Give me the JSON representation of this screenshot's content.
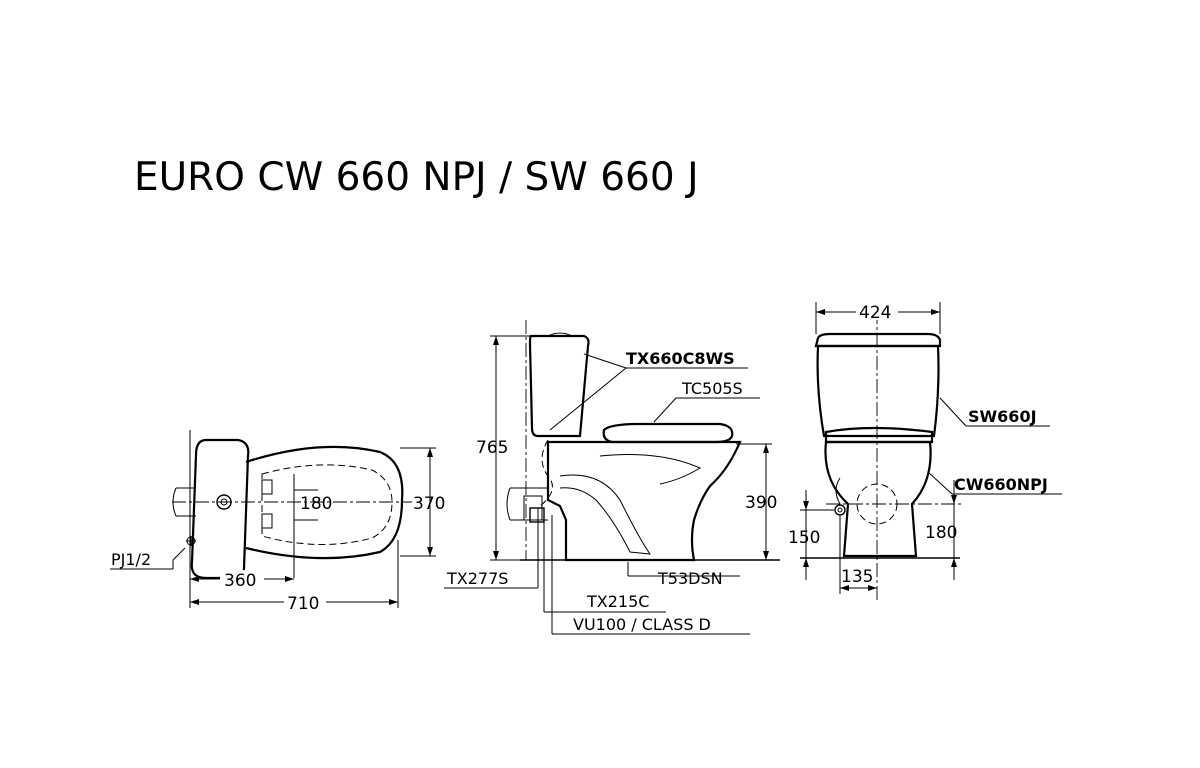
{
  "title": "EURO CW 660 NPJ / SW 660 J",
  "plan_view": {
    "dims": {
      "width_180": "180",
      "depth_370": "370",
      "outlet_360": "360",
      "length_710": "710"
    },
    "part_labels": {
      "inlet": "PJ1/2"
    }
  },
  "side_view": {
    "dims": {
      "height_765": "765",
      "bowl_390": "390"
    },
    "part_labels": {
      "tank": "TX660C8WS",
      "seat": "TC505S",
      "valve": "TX277S",
      "bolt": "T53DSN",
      "hose": "TX215C",
      "flush": "VU100 / CLASS D"
    }
  },
  "front_view": {
    "dims": {
      "width_424": "424",
      "inlet_150": "150",
      "outlet_180": "180",
      "offset_135": "135"
    },
    "part_labels": {
      "tank": "SW660J",
      "bowl": "CW660NPJ"
    }
  }
}
